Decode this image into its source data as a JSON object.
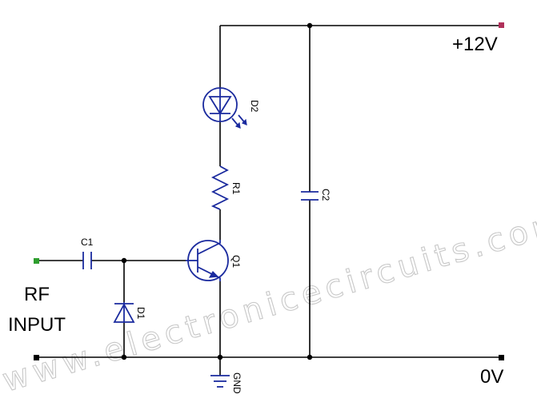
{
  "labels": {
    "supply": "+12V",
    "ground_rail": "0V",
    "rf_line1": "RF",
    "rf_line2": "INPUT",
    "gnd": "GND"
  },
  "components": {
    "c1": "C1",
    "c2": "C2",
    "d1": "D1",
    "d2": "D2",
    "r1": "R1",
    "q1": "Q1"
  },
  "watermark": "www.electronicecircuits.com",
  "colors": {
    "wire": "#000000",
    "component": "#1a2a9e",
    "input_terminal": "#2e9e2e",
    "supply_terminal": "#b0305a",
    "watermark": "#c8c8c8"
  }
}
